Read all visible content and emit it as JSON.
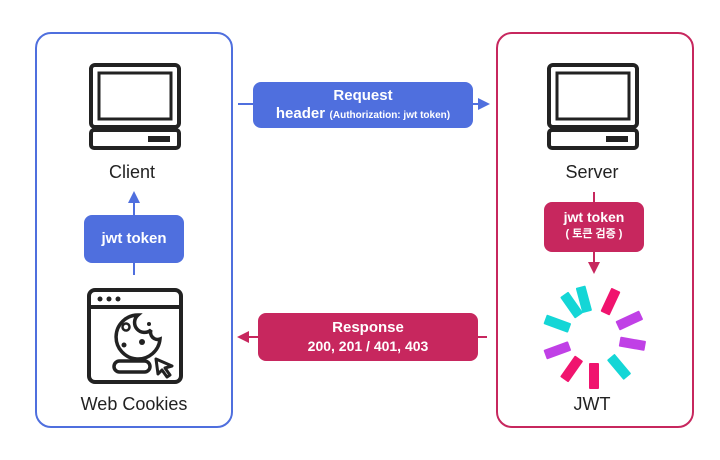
{
  "client": {
    "label": "Client",
    "cookies_label": "Web Cookies",
    "token_pill": "jwt token"
  },
  "server": {
    "label": "Server",
    "token_pill_line1": "jwt token",
    "token_pill_line2": "( 토큰 검증 )",
    "jwt_label": "JWT"
  },
  "request": {
    "line1": "Request",
    "line2_main": "header",
    "line2_detail": "(Authorization: jwt token)"
  },
  "response": {
    "line1": "Response",
    "line2": "200, 201 / 401, 403"
  },
  "colors": {
    "client_accent": "#4f6fde",
    "server_accent": "#c7275e",
    "jwt_cyan": "#14d6d6",
    "jwt_pink": "#f0146e",
    "jwt_purple": "#c040e6"
  }
}
